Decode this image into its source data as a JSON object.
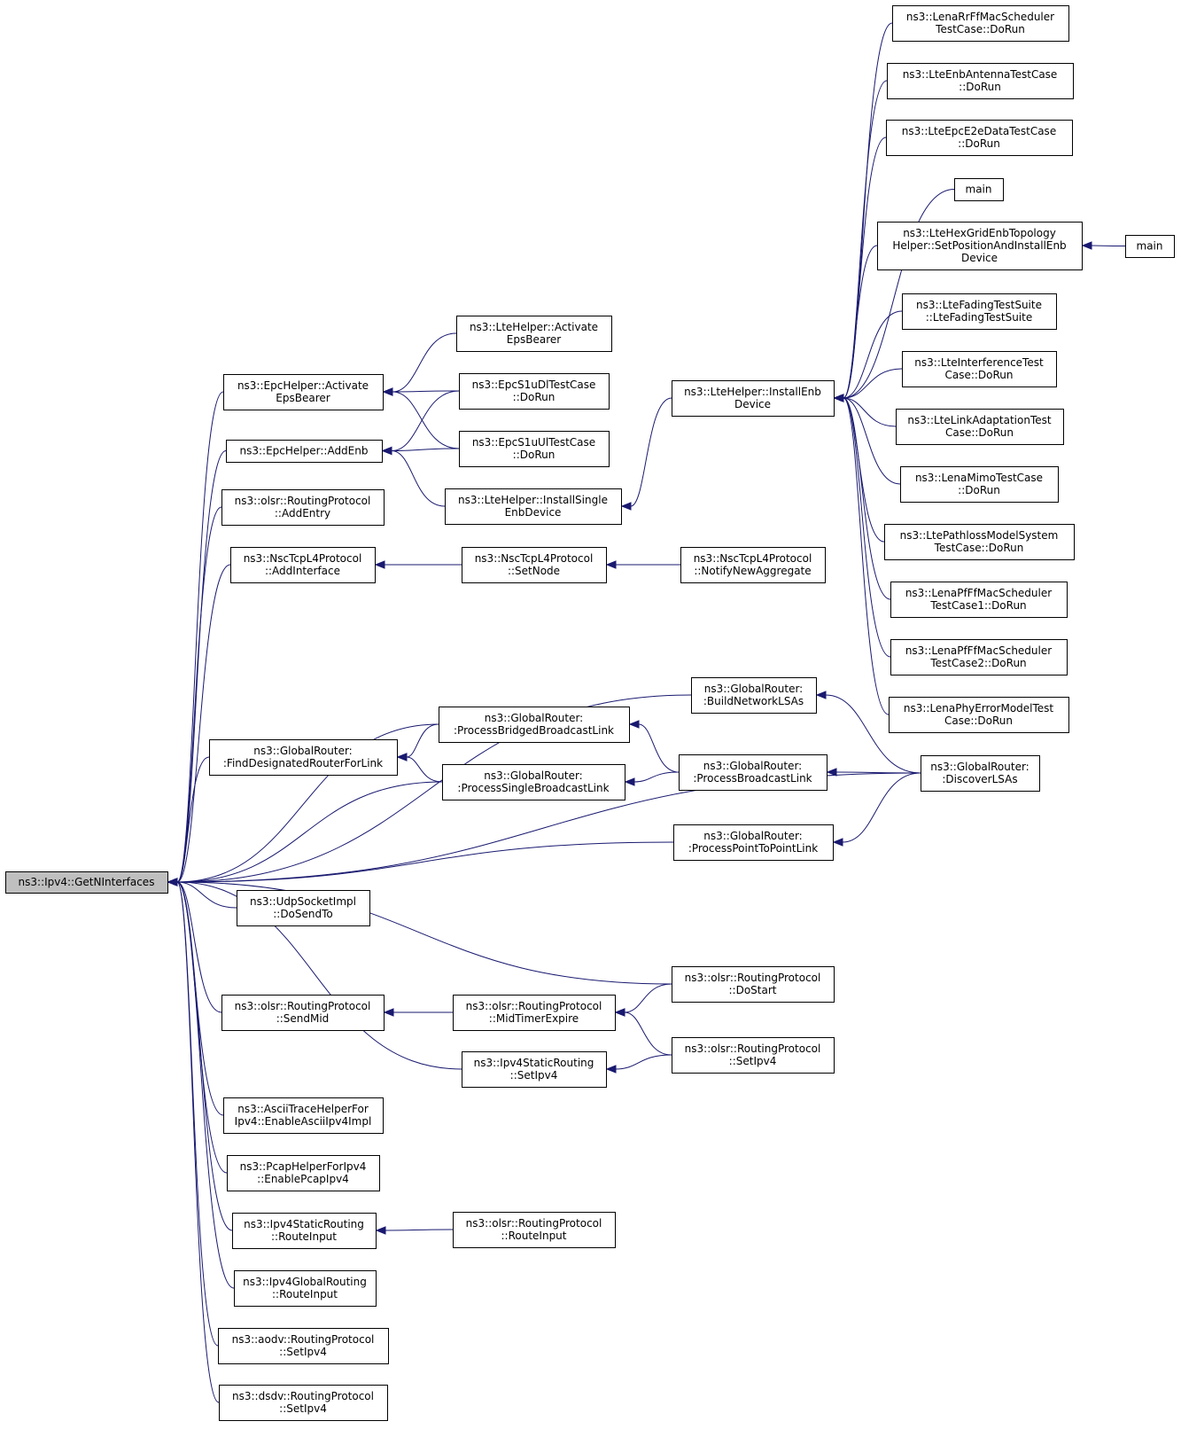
{
  "diagram": {
    "type": "call-graph",
    "edge_color": "#191970",
    "root_fill": "#bfbfbf",
    "nodes": [
      {
        "id": "root",
        "lines": [
          "ns3::Ipv4::GetNInterfaces"
        ]
      },
      {
        "id": "epc_activate",
        "lines": [
          "ns3::EpcHelper::Activate",
          "EpsBearer"
        ]
      },
      {
        "id": "epc_addenb",
        "lines": [
          "ns3::EpcHelper::AddEnb"
        ]
      },
      {
        "id": "olsr_addentry",
        "lines": [
          "ns3::olsr::RoutingProtocol",
          "::AddEntry"
        ]
      },
      {
        "id": "nsc_addif",
        "lines": [
          "ns3::NscTcpL4Protocol",
          "::AddInterface"
        ]
      },
      {
        "id": "gr_finddesig",
        "lines": [
          "ns3::GlobalRouter:",
          ":FindDesignatedRouterForLink"
        ]
      },
      {
        "id": "udp_dosendto",
        "lines": [
          "ns3::UdpSocketImpl",
          "::DoSendTo"
        ]
      },
      {
        "id": "olsr_sendmid",
        "lines": [
          "ns3::olsr::RoutingProtocol",
          "::SendMid"
        ]
      },
      {
        "id": "ascii",
        "lines": [
          "ns3::AsciiTraceHelperFor",
          "Ipv4::EnableAsciiIpv4Impl"
        ]
      },
      {
        "id": "pcap",
        "lines": [
          "ns3::PcapHelperForIpv4",
          "::EnablePcapIpv4"
        ]
      },
      {
        "id": "static_routeinput",
        "lines": [
          "ns3::Ipv4StaticRouting",
          "::RouteInput"
        ]
      },
      {
        "id": "global_routeinput",
        "lines": [
          "ns3::Ipv4GlobalRouting",
          "::RouteInput"
        ]
      },
      {
        "id": "aodv_setipv4",
        "lines": [
          "ns3::aodv::RoutingProtocol",
          "::SetIpv4"
        ]
      },
      {
        "id": "dsdv_setipv4",
        "lines": [
          "ns3::dsdv::RoutingProtocol",
          "::SetIpv4"
        ]
      },
      {
        "id": "lte_activate",
        "lines": [
          "ns3::LteHelper::Activate",
          "EpsBearer"
        ]
      },
      {
        "id": "epcs1udl",
        "lines": [
          "ns3::EpcS1uDlTestCase",
          "::DoRun"
        ]
      },
      {
        "id": "epcs1uul",
        "lines": [
          "ns3::EpcS1uUlTestCase",
          "::DoRun"
        ]
      },
      {
        "id": "lte_installsingle",
        "lines": [
          "ns3::LteHelper::InstallSingle",
          "EnbDevice"
        ]
      },
      {
        "id": "nsc_setnode",
        "lines": [
          "ns3::NscTcpL4Protocol",
          "::SetNode"
        ]
      },
      {
        "id": "gr_bridged",
        "lines": [
          "ns3::GlobalRouter:",
          ":ProcessBridgedBroadcastLink"
        ]
      },
      {
        "id": "gr_single",
        "lines": [
          "ns3::GlobalRouter:",
          ":ProcessSingleBroadcastLink"
        ]
      },
      {
        "id": "olsr_midtimer",
        "lines": [
          "ns3::olsr::RoutingProtocol",
          "::MidTimerExpire"
        ]
      },
      {
        "id": "static_setipv4",
        "lines": [
          "ns3::Ipv4StaticRouting",
          "::SetIpv4"
        ]
      },
      {
        "id": "olsr_routeinput",
        "lines": [
          "ns3::olsr::RoutingProtocol",
          "::RouteInput"
        ]
      },
      {
        "id": "lte_installenb",
        "lines": [
          "ns3::LteHelper::InstallEnb",
          "Device"
        ]
      },
      {
        "id": "nsc_notify",
        "lines": [
          "ns3::NscTcpL4Protocol",
          "::NotifyNewAggregate"
        ]
      },
      {
        "id": "gr_buildnet",
        "lines": [
          "ns3::GlobalRouter:",
          ":BuildNetworkLSAs"
        ]
      },
      {
        "id": "gr_broadcast",
        "lines": [
          "ns3::GlobalRouter:",
          ":ProcessBroadcastLink"
        ]
      },
      {
        "id": "gr_p2p",
        "lines": [
          "ns3::GlobalRouter:",
          ":ProcessPointToPointLink"
        ]
      },
      {
        "id": "olsr_dostart",
        "lines": [
          "ns3::olsr::RoutingProtocol",
          "::DoStart"
        ]
      },
      {
        "id": "olsr_setipv4",
        "lines": [
          "ns3::olsr::RoutingProtocol",
          "::SetIpv4"
        ]
      },
      {
        "id": "lenarr",
        "lines": [
          "ns3::LenaRrFfMacScheduler",
          "TestCase::DoRun"
        ]
      },
      {
        "id": "lteenbant",
        "lines": [
          "ns3::LteEnbAntennaTestCase",
          "::DoRun"
        ]
      },
      {
        "id": "lteepce2e",
        "lines": [
          "ns3::LteEpcE2eDataTestCase",
          "::DoRun"
        ]
      },
      {
        "id": "main1",
        "lines": [
          "main"
        ]
      },
      {
        "id": "ltehexgrid",
        "lines": [
          "ns3::LteHexGridEnbTopology",
          "Helper::SetPositionAndInstallEnb",
          "Device"
        ]
      },
      {
        "id": "ltefading",
        "lines": [
          "ns3::LteFadingTestSuite",
          "::LteFadingTestSuite"
        ]
      },
      {
        "id": "lteinterf",
        "lines": [
          "ns3::LteInterferenceTest",
          "Case::DoRun"
        ]
      },
      {
        "id": "ltelinkadapt",
        "lines": [
          "ns3::LteLinkAdaptationTest",
          "Case::DoRun"
        ]
      },
      {
        "id": "lenamimo",
        "lines": [
          "ns3::LenaMimoTestCase",
          "::DoRun"
        ]
      },
      {
        "id": "ltepathloss",
        "lines": [
          "ns3::LtePathlossModelSystem",
          "TestCase::DoRun"
        ]
      },
      {
        "id": "lenapf1",
        "lines": [
          "ns3::LenaPfFfMacScheduler",
          "TestCase1::DoRun"
        ]
      },
      {
        "id": "lenapf2",
        "lines": [
          "ns3::LenaPfFfMacScheduler",
          "TestCase2::DoRun"
        ]
      },
      {
        "id": "lenaphyerr",
        "lines": [
          "ns3::LenaPhyErrorModelTest",
          "Case::DoRun"
        ]
      },
      {
        "id": "gr_discover",
        "lines": [
          "ns3::GlobalRouter:",
          ":DiscoverLSAs"
        ]
      },
      {
        "id": "main2",
        "lines": [
          "main"
        ]
      }
    ],
    "edges": [
      [
        "epc_activate",
        "root"
      ],
      [
        "epc_addenb",
        "root"
      ],
      [
        "olsr_addentry",
        "root"
      ],
      [
        "nsc_addif",
        "root"
      ],
      [
        "gr_finddesig",
        "root"
      ],
      [
        "udp_dosendto",
        "root"
      ],
      [
        "olsr_sendmid",
        "root"
      ],
      [
        "ascii",
        "root"
      ],
      [
        "pcap",
        "root"
      ],
      [
        "static_routeinput",
        "root"
      ],
      [
        "global_routeinput",
        "root"
      ],
      [
        "aodv_setipv4",
        "root"
      ],
      [
        "dsdv_setipv4",
        "root"
      ],
      [
        "gr_bridged",
        "root"
      ],
      [
        "gr_single",
        "root"
      ],
      [
        "static_setipv4",
        "root"
      ],
      [
        "gr_buildnet",
        "root"
      ],
      [
        "gr_p2p",
        "root"
      ],
      [
        "olsr_dostart",
        "root"
      ],
      [
        "gr_discover",
        "root"
      ],
      [
        "lte_activate",
        "epc_activate"
      ],
      [
        "epcs1udl",
        "epc_activate"
      ],
      [
        "epcs1uul",
        "epc_activate"
      ],
      [
        "epcs1udl",
        "epc_addenb"
      ],
      [
        "epcs1uul",
        "epc_addenb"
      ],
      [
        "lte_installsingle",
        "epc_addenb"
      ],
      [
        "nsc_setnode",
        "nsc_addif"
      ],
      [
        "nsc_notify",
        "nsc_setnode"
      ],
      [
        "gr_bridged",
        "gr_finddesig"
      ],
      [
        "gr_single",
        "gr_finddesig"
      ],
      [
        "olsr_midtimer",
        "olsr_sendmid"
      ],
      [
        "olsr_dostart",
        "olsr_midtimer"
      ],
      [
        "olsr_setipv4",
        "olsr_midtimer"
      ],
      [
        "olsr_setipv4",
        "static_setipv4"
      ],
      [
        "olsr_routeinput",
        "static_routeinput"
      ],
      [
        "lte_installenb",
        "lte_installsingle"
      ],
      [
        "gr_broadcast",
        "gr_bridged"
      ],
      [
        "gr_broadcast",
        "gr_single"
      ],
      [
        "gr_discover",
        "gr_buildnet"
      ],
      [
        "gr_discover",
        "gr_broadcast"
      ],
      [
        "gr_discover",
        "gr_p2p"
      ],
      [
        "lenarr",
        "lte_installenb"
      ],
      [
        "lteenbant",
        "lte_installenb"
      ],
      [
        "lteepce2e",
        "lte_installenb"
      ],
      [
        "main1",
        "lte_installenb"
      ],
      [
        "ltehexgrid",
        "lte_installenb"
      ],
      [
        "ltefading",
        "lte_installenb"
      ],
      [
        "lteinterf",
        "lte_installenb"
      ],
      [
        "ltelinkadapt",
        "lte_installenb"
      ],
      [
        "lenamimo",
        "lte_installenb"
      ],
      [
        "ltepathloss",
        "lte_installenb"
      ],
      [
        "lenapf1",
        "lte_installenb"
      ],
      [
        "lenapf2",
        "lte_installenb"
      ],
      [
        "lenaphyerr",
        "lte_installenb"
      ],
      [
        "main2",
        "ltehexgrid"
      ]
    ]
  }
}
